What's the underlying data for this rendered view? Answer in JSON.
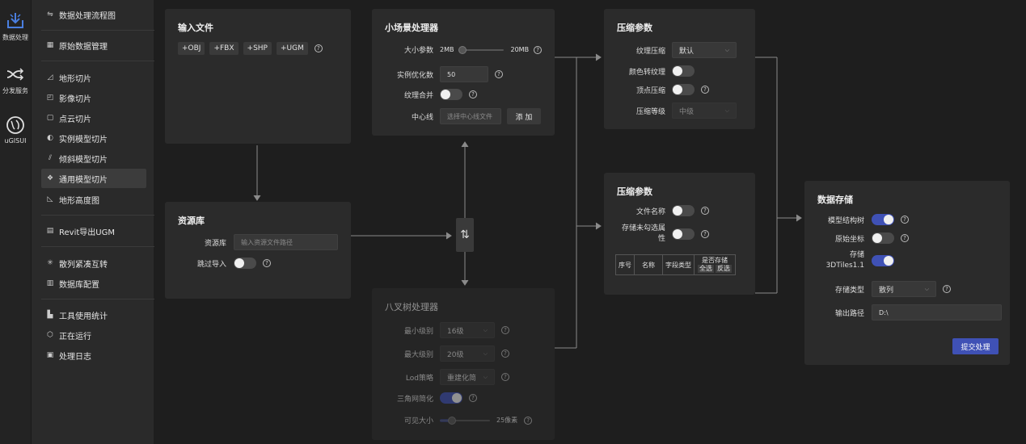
{
  "rail": [
    {
      "label": "数据处理",
      "icon": "data-process-icon"
    },
    {
      "label": "分发服务",
      "icon": "distribute-service-icon"
    },
    {
      "label": "uGISUI",
      "icon": "ugisui-icon"
    }
  ],
  "menu": {
    "groups": [
      [
        {
          "label": "数据处理流程图",
          "icon": "flowchart-icon"
        }
      ],
      [
        {
          "label": "原始数据管理",
          "icon": "grid-icon"
        }
      ],
      [
        {
          "label": "地形切片",
          "icon": "terrain-icon"
        },
        {
          "label": "影像切片",
          "icon": "image-icon"
        },
        {
          "label": "点云切片",
          "icon": "pointcloud-icon"
        },
        {
          "label": "实例模型切片",
          "icon": "instance-model-icon"
        },
        {
          "label": "倾斜模型切片",
          "icon": "oblique-model-icon"
        },
        {
          "label": "通用模型切片",
          "icon": "generic-model-icon",
          "active": true
        },
        {
          "label": "地形高度图",
          "icon": "height-map-icon"
        }
      ],
      [
        {
          "label": "Revit导出UGM",
          "icon": "revit-icon"
        }
      ],
      [
        {
          "label": "散列紧凑互转",
          "icon": "convert-icon"
        },
        {
          "label": "数据库配置",
          "icon": "database-icon"
        }
      ],
      [
        {
          "label": "工具使用统计",
          "icon": "stats-icon"
        },
        {
          "label": "正在运行",
          "icon": "running-icon"
        },
        {
          "label": "处理日志",
          "icon": "log-icon"
        }
      ]
    ]
  },
  "input_panel": {
    "title": "输入文件",
    "tags": [
      "+OBJ",
      "+FBX",
      "+SHP",
      "+UGM"
    ]
  },
  "resource_panel": {
    "title": "资源库",
    "lib_label": "资源库",
    "lib_placeholder": "输入资源文件路径",
    "skip_label": "跳过导入",
    "skip_on": false
  },
  "small_scene": {
    "title": "小场景处理器",
    "size_label": "大小参数",
    "size_min": "2MB",
    "size_max": "20MB",
    "size_fraction": 0.0,
    "instance_label": "实例优化数",
    "instance_value": "50",
    "texture_merge_label": "纹理合并",
    "texture_merge_on": false,
    "centerline_label": "中心线",
    "centerline_placeholder": "选择中心线文件",
    "add_label": "添 加"
  },
  "octree": {
    "title": "八叉树处理器",
    "min_level_label": "最小级别",
    "min_level_value": "16级",
    "max_level_label": "最大级别",
    "max_level_value": "20级",
    "lod_label": "Lod策略",
    "lod_value": "重建化简",
    "mesh_label": "三角网简化",
    "mesh_on": true,
    "visible_label": "可见大小",
    "visible_value": "25像素",
    "visible_fraction": 0.2
  },
  "compress1": {
    "title": "压缩参数",
    "tex_compress_label": "纹理压缩",
    "tex_compress_value": "默认",
    "color_tex_label": "颜色转纹理",
    "color_tex_on": false,
    "vertex_label": "顶点压缩",
    "vertex_on": false,
    "level_label": "压缩等级",
    "level_value": "中级"
  },
  "compress2": {
    "title": "压缩参数",
    "filename_label": "文件名称",
    "filename_on": false,
    "store_unchecked_label": "存储未勾选属性",
    "store_unchecked_on": false,
    "table_headers": [
      "序号",
      "名称",
      "字段类型",
      "是否存储"
    ],
    "select_all": "全选",
    "invert": "反选"
  },
  "storage": {
    "title": "数据存储",
    "tree_label": "模型结构树",
    "tree_on": true,
    "origin_label": "原始坐标",
    "origin_on": false,
    "store_label": "存储",
    "store_label2": "3DTiles1.1",
    "store_on": true,
    "type_label": "存储类型",
    "type_value": "散列",
    "path_label": "输出路径",
    "path_value": "D:\\",
    "submit_label": "提交处理"
  },
  "colors": {
    "accent": "#3f51b5",
    "panel": "#2b2b2b",
    "bg": "#1e1e1e"
  }
}
